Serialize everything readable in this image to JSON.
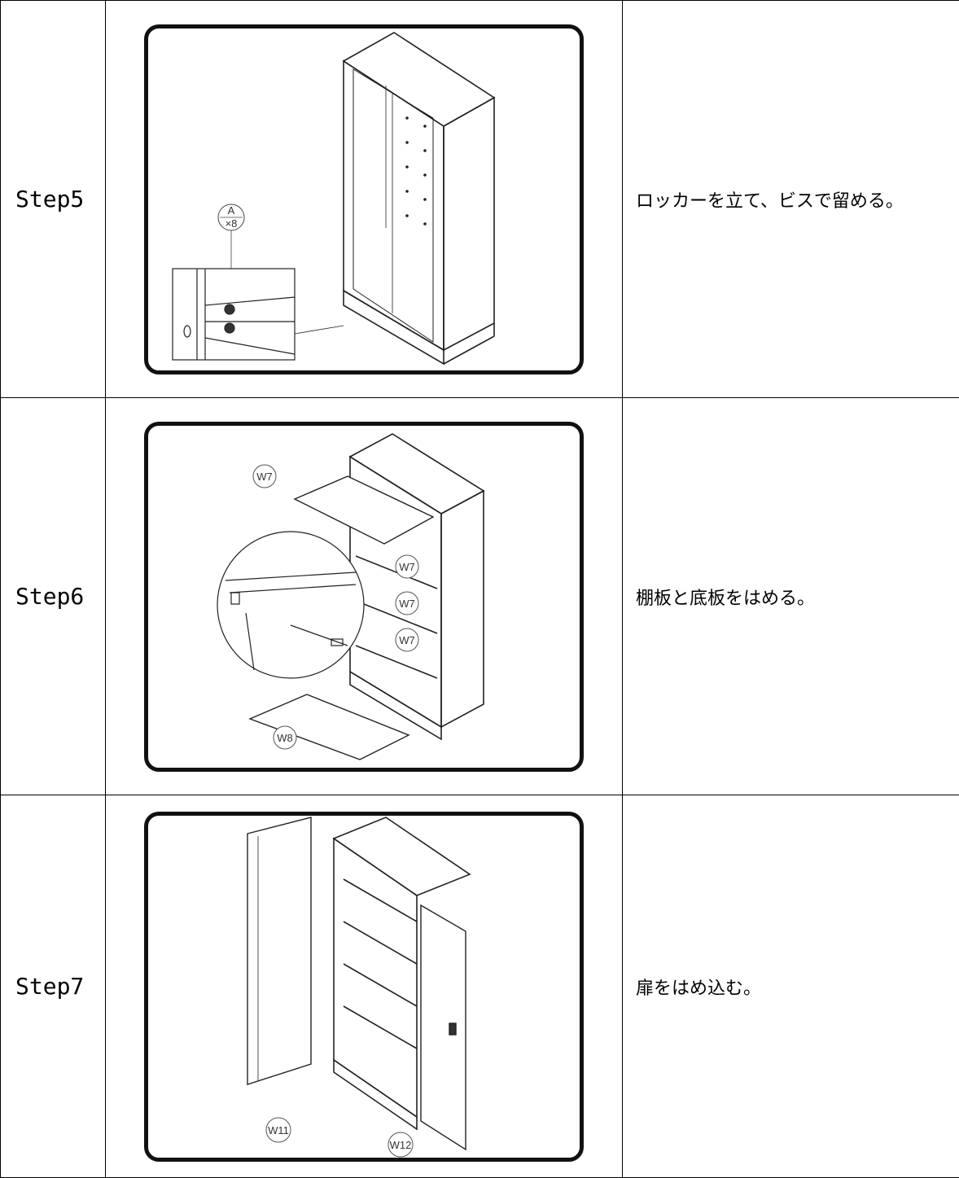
{
  "steps": [
    {
      "label": "Step5",
      "text": "ロッカーを立て、ビスで留める。",
      "callouts": {
        "hardware_letter": "A",
        "hardware_qty": "×8"
      }
    },
    {
      "label": "Step6",
      "text": "棚板と底板をはめる。",
      "callouts": {
        "shelf_top": "W7",
        "shelf_1": "W7",
        "shelf_2": "W7",
        "shelf_3": "W7",
        "bottom": "W8"
      }
    },
    {
      "label": "Step7",
      "text": "扉をはめ込む。",
      "callouts": {
        "left_door": "W11",
        "right_door": "W12"
      }
    }
  ]
}
